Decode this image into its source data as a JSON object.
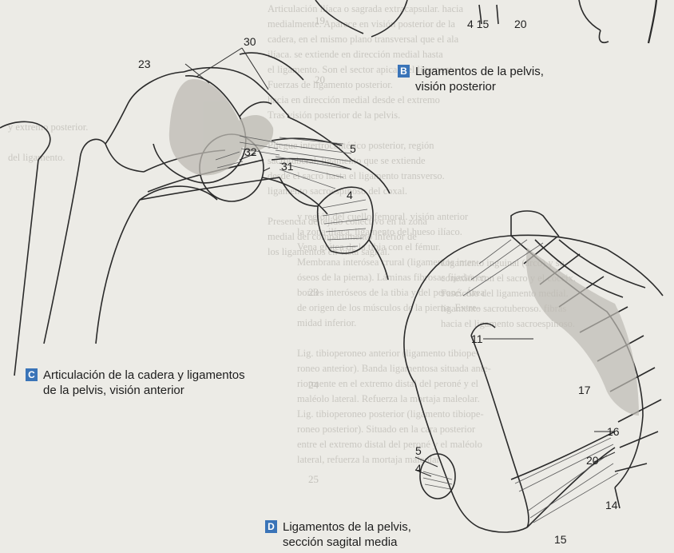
{
  "captions": {
    "B": {
      "badge": "B",
      "line1": "Ligamentos de la pelvis,",
      "line2": "visión posterior"
    },
    "C": {
      "badge": "C",
      "line1": "Articulación de la cadera y ligamentos",
      "line2": "de la pelvis, visión anterior"
    },
    "D": {
      "badge": "D",
      "line1": "Ligamentos de la pelvis,",
      "line2": "sección sagital media"
    }
  },
  "labels": {
    "b_top": "4 15",
    "b_20": "20",
    "c_30": "30",
    "c_23": "23",
    "c_32": "32",
    "c_31": "31",
    "c_5": "5",
    "c_4": "4",
    "d_11": "11",
    "d_17": "17",
    "d_16": "16",
    "d_20": "20",
    "d_5": "5",
    "d_4": "4",
    "d_14": "14",
    "d_15": "15"
  },
  "colors": {
    "badge": "#3a74b8",
    "line": "#2a2a2a",
    "bone_shade": "#bdbab3"
  }
}
